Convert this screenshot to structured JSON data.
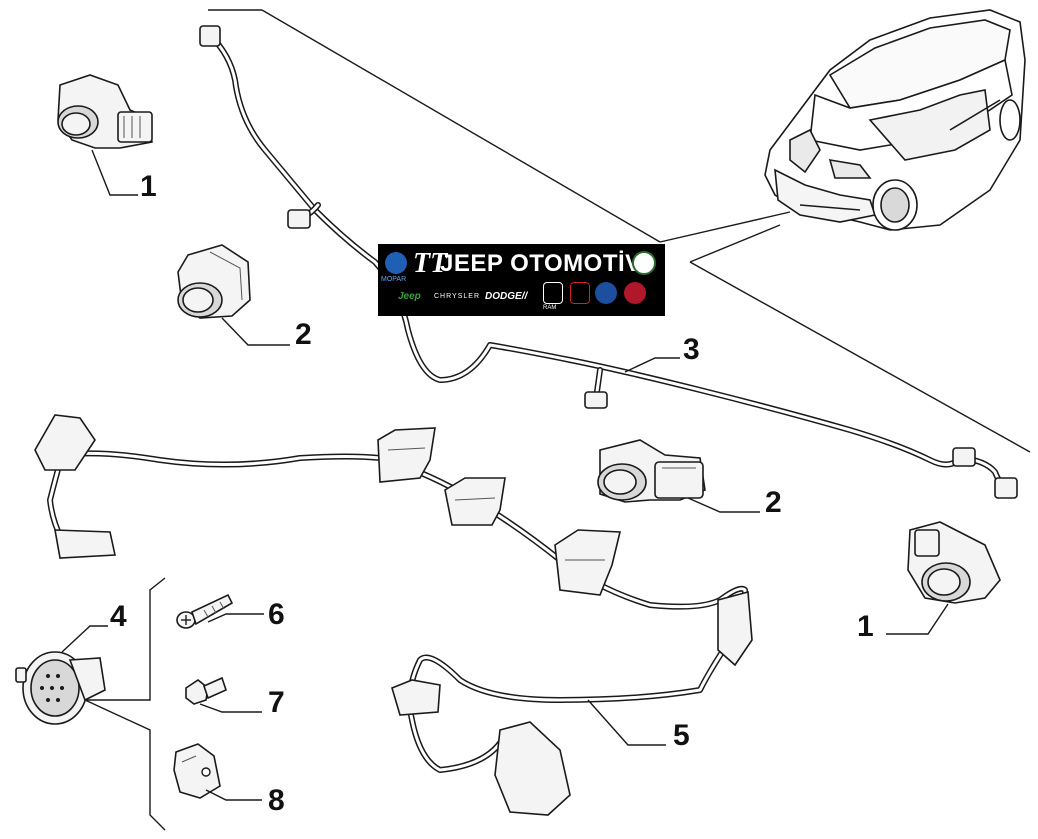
{
  "logo": {
    "mark": "TT",
    "title": "JEEP OTOMOTİV",
    "mopar_label": "MOPAR",
    "brands": {
      "jeep": "Jeep",
      "chrysler": "CHRYSLER",
      "dodge": "DODGE//",
      "ram": "RAM"
    }
  },
  "callouts": [
    {
      "id": "1a",
      "label": "1"
    },
    {
      "id": "2a",
      "label": "2"
    },
    {
      "id": "3",
      "label": "3"
    },
    {
      "id": "2b",
      "label": "2"
    },
    {
      "id": "1b",
      "label": "1"
    },
    {
      "id": "4",
      "label": "4"
    },
    {
      "id": "6",
      "label": "6"
    },
    {
      "id": "7",
      "label": "7"
    },
    {
      "id": "5",
      "label": "5"
    },
    {
      "id": "8",
      "label": "8"
    }
  ],
  "colors": {
    "line": "#1a1a1a",
    "logo_bg": "#000000",
    "mopar_blue": "#1f5fb4",
    "jeep_green": "#3aa03a"
  }
}
